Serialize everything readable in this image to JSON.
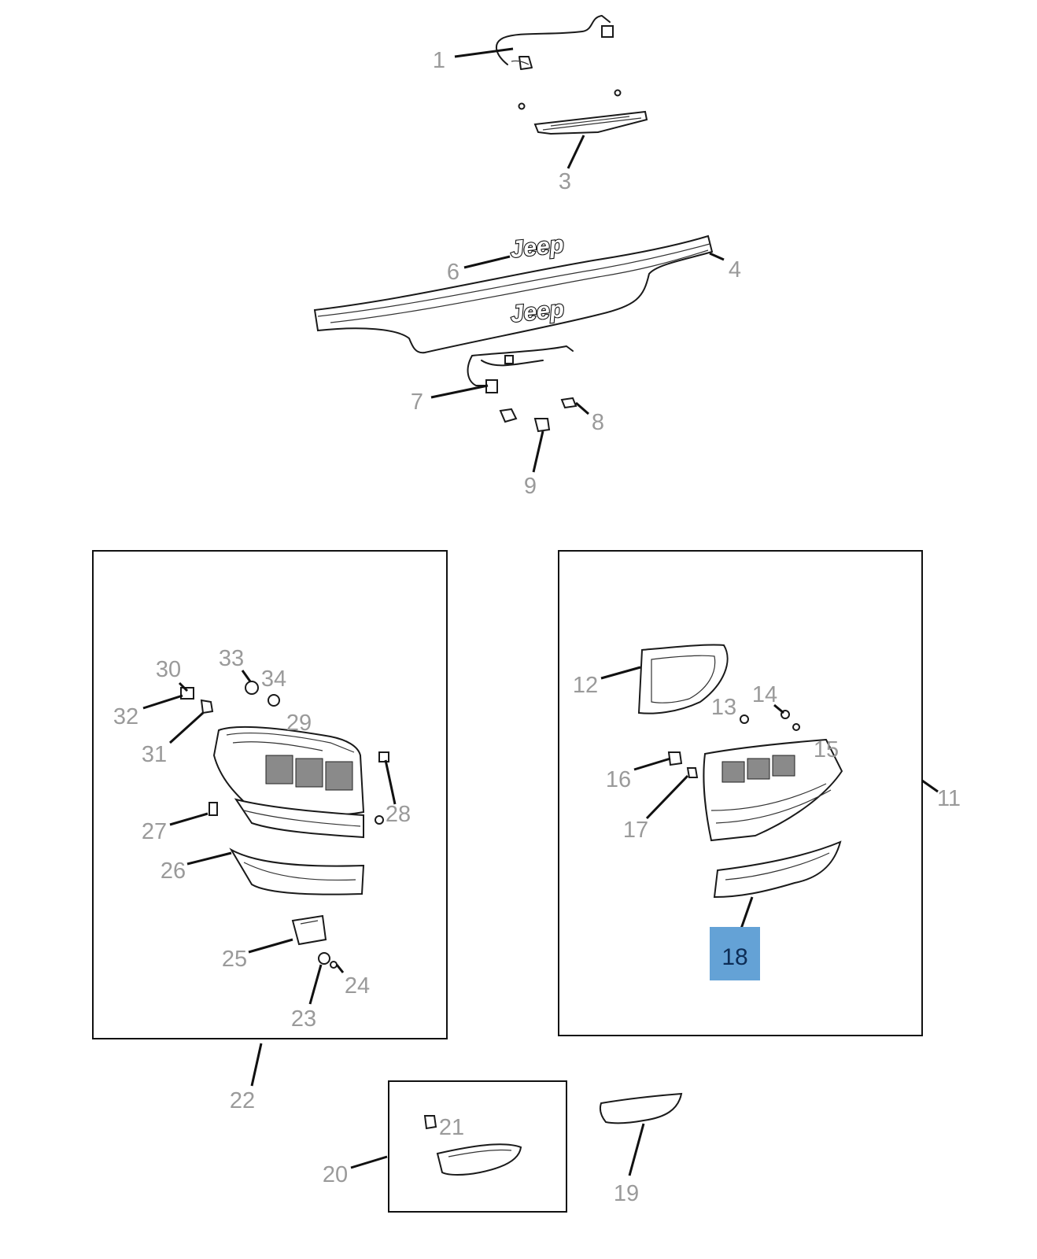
{
  "callouts": {
    "c1": "1",
    "c3": "3",
    "c4": "4",
    "c6": "6",
    "c7": "7",
    "c8": "8",
    "c9": "9",
    "c11": "11",
    "c12": "12",
    "c13": "13",
    "c14": "14",
    "c15": "15",
    "c16": "16",
    "c17": "17",
    "c18": "18",
    "c19": "19",
    "c20": "20",
    "c21": "21",
    "c22": "22",
    "c23": "23",
    "c24": "24",
    "c25": "25",
    "c26": "26",
    "c27": "27",
    "c28": "28",
    "c29": "29",
    "c30": "30",
    "c31": "31",
    "c32": "32",
    "c33": "33",
    "c34": "34"
  },
  "logo": {
    "text": "Jeep"
  },
  "highlight": {
    "callout": "18",
    "color": "#64a2d6",
    "text_color": "#0d2d56"
  },
  "colors": {
    "label": "#9a9a9a",
    "line": "#111111"
  }
}
